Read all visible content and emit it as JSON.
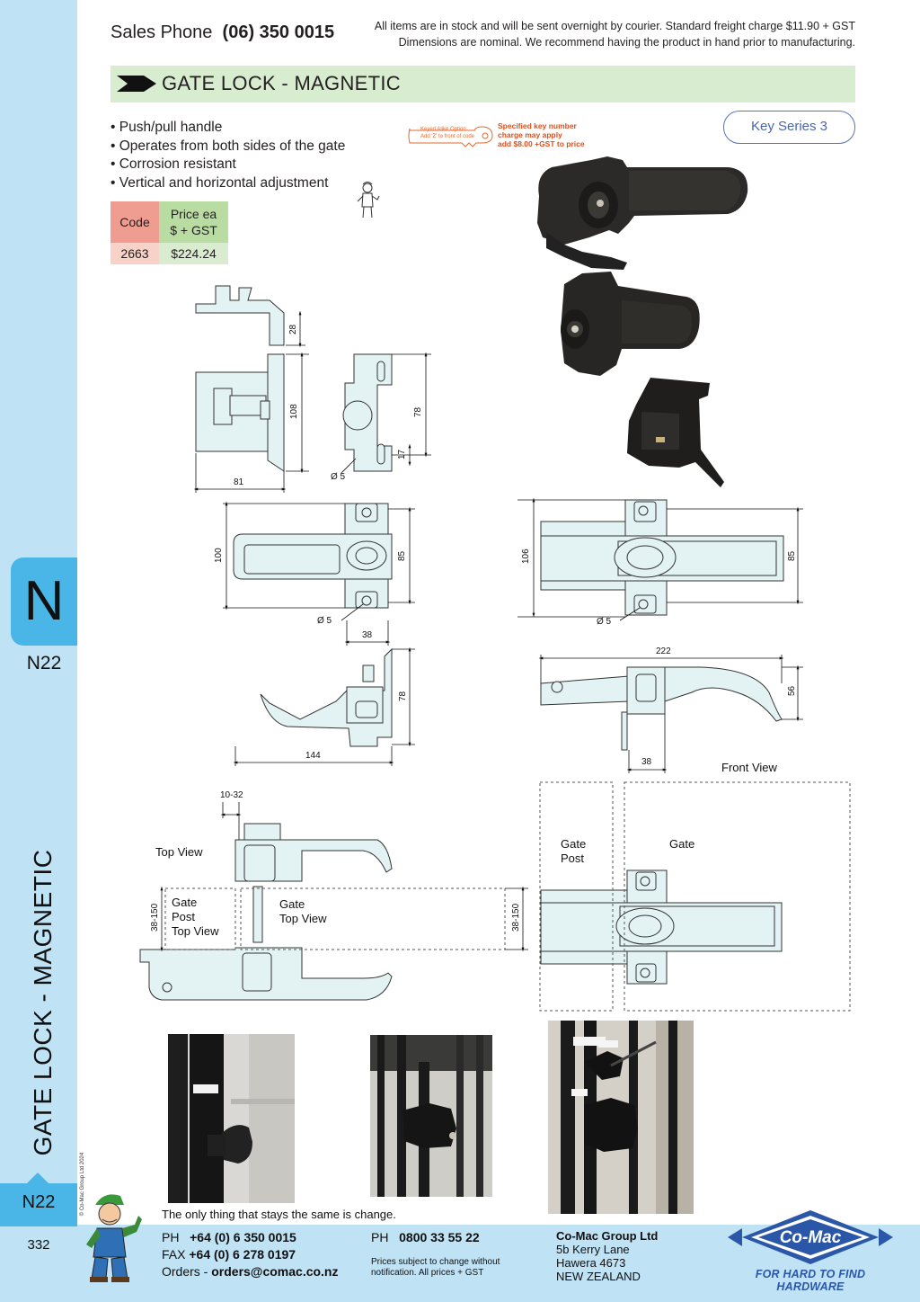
{
  "sidebar": {
    "tab_letter": "N",
    "tab_code": "N22",
    "vertical_title": "GATE LOCK - MAGNETIC",
    "copyright": "© Co-Mac Group Ltd 2024",
    "bottom_code": "N22",
    "page_number": "332"
  },
  "header": {
    "sales_label": "Sales Phone",
    "sales_phone": "(06) 350 0015",
    "note_line1": "All items are in stock and will be sent overnight by courier. Standard freight charge $11.90 + GST",
    "note_line2": "Dimensions are nominal. We recommend having the product in hand prior to manufacturing."
  },
  "product": {
    "title": "GATE LOCK - MAGNETIC",
    "features": [
      "• Push/pull handle",
      "• Operates from both sides of the gate",
      "• Corrosion resistant",
      "• Vertical and horizontal adjustment"
    ],
    "key_series": "Key Series 3",
    "keyed_alike_line1": "Keyed Alike Option",
    "keyed_alike_line2": "Add 'Z' to front of code",
    "key_note_line1": "Specified key number",
    "key_note_line2": "charge may apply",
    "key_note_line3": "add $8.00 +GST to price"
  },
  "price_table": {
    "code_header": "Code",
    "price_header_line1": "Price ea",
    "price_header_line2": "$ + GST",
    "rows": [
      {
        "code": "2663",
        "price": "$224.24"
      }
    ]
  },
  "dimensions": {
    "d28": "28",
    "d108": "108",
    "d78a": "78",
    "d17": "17",
    "d81": "81",
    "d5a": "Ø 5",
    "d100": "100",
    "d85a": "85",
    "d5b": "Ø 5",
    "d38a": "38",
    "d106": "106",
    "d85b": "85",
    "d5c": "Ø 5",
    "d78b": "78",
    "d144": "144",
    "d222": "222",
    "d56": "56",
    "d38b": "38",
    "d1032": "10-32",
    "d38150a": "38-150",
    "d38150b": "38-150"
  },
  "views": {
    "front_view": "Front View",
    "top_view": "Top View",
    "gate_post_top_view_1": "Gate",
    "gate_post_top_view_2": "Post",
    "gate_post_top_view_3": "Top View",
    "gate_top_view_1": "Gate",
    "gate_top_view_2": "Top View",
    "gate_post_1": "Gate",
    "gate_post_2": "Post",
    "gate": "Gate"
  },
  "footer": {
    "tagline": "The only thing that stays the same is change.",
    "ph_label": "PH",
    "ph_value": "+64 (0) 6 350 0015",
    "fax_label": "FAX",
    "fax_value": "+64 (0) 6 278 0197",
    "orders_label": "Orders -",
    "orders_value": "orders@comac.co.nz",
    "ph2_label": "PH",
    "ph2_value": "0800 33 55 22",
    "prices_note_line1": "Prices subject to change without",
    "prices_note_line2": "notification. All prices + GST",
    "company": "Co-Mac Group Ltd",
    "addr1": "5b Kerry Lane",
    "addr2": "Hawera 4673",
    "addr3": "NEW ZEALAND",
    "logo_text": "Co-Mac",
    "logo_tagline": "FOR HARD TO FIND HARDWARE"
  },
  "colors": {
    "sidebar": "#bfe2f5",
    "tab": "#4ab6e7",
    "title_bar": "#d8ecd0",
    "code_header": "#ef9c91",
    "price_header": "#b8dca1",
    "drawing_fill": "#e3f3f3",
    "brand_blue": "#2a57a8"
  }
}
